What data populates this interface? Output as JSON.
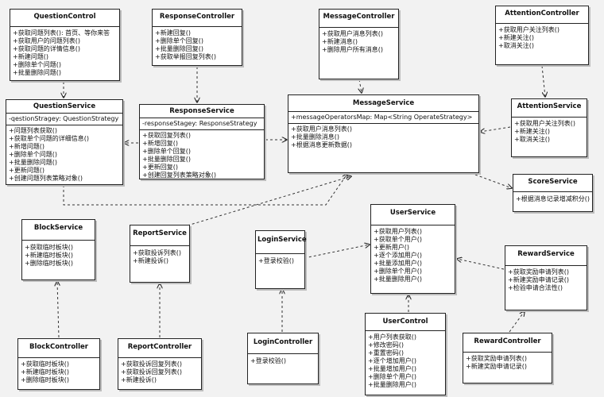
{
  "classes": {
    "question_control": {
      "name": "QuestionControl",
      "attrs": [],
      "ops": [
        "+获取问题列表(): 首页、等你来答",
        "+获取用户的问题列表()",
        "+获取问题的详情信息()",
        "+新建问题()",
        "+删除单个问题()",
        "+批量删除问题()"
      ]
    },
    "response_controller": {
      "name": "ResponseController",
      "attrs": [],
      "ops": [
        "+新建回复()",
        "+删除单个回复()",
        "+批量删除回复()",
        "+获取举报回复列表()"
      ]
    },
    "message_controller": {
      "name": "MessageController",
      "attrs": [],
      "ops": [
        "+获取用户消息列表()",
        "+新建消息()",
        "+删除用户所有消息()"
      ]
    },
    "attention_controller": {
      "name": "AttentionController",
      "attrs": [],
      "ops": [
        "+获取用户关注列表()",
        "+新建关注()",
        "+取消关注()"
      ]
    },
    "question_service": {
      "name": "QuestionService",
      "attrs": [
        "-qestionStragey: QuestionStrategy"
      ],
      "ops": [
        "+问题列表获取()",
        "+获取单个问题的详细信息()",
        "+新增问题()",
        "+删除单个问题()",
        "+批量删除问题()",
        "+更新问题()",
        "+创建问题列表策略对象()"
      ]
    },
    "response_service": {
      "name": "ResponseService",
      "attrs": [
        "-responseStagey: ResponseStrategy"
      ],
      "ops": [
        "+获取回复列表()",
        "+新增回复()",
        "+删除单个回复()",
        "+批量删除回复()",
        "+更新回复()",
        "+创建回复列表策略对象()"
      ]
    },
    "message_service": {
      "name": "MessageService",
      "attrs": [
        "+messageOperatorsMap: Map<String  OperateStrategy>"
      ],
      "ops": [
        "+获取用户消息列表()",
        "+批量删除消息()",
        "+根据消息更新数据()"
      ]
    },
    "attention_service": {
      "name": "AttentionService",
      "attrs": [],
      "ops": [
        "+获取用户关注列表()",
        "+新建关注()",
        "+取消关注()"
      ]
    },
    "score_service": {
      "name": "ScoreService",
      "attrs": [],
      "ops": [
        "+根据消息记录增减积分()"
      ]
    },
    "block_service": {
      "name": "BlockService",
      "attrs": [],
      "ops": [
        "+获取临时板块()",
        "+新建临时板块()",
        "+删除临时板块()"
      ]
    },
    "report_service": {
      "name": "ReportService",
      "attrs": [],
      "ops": [
        "+获取投诉列表()",
        "+新建投诉()"
      ]
    },
    "login_service": {
      "name": "LoginService",
      "attrs": [],
      "ops": [
        "+登录校验()"
      ]
    },
    "user_service": {
      "name": "UserService",
      "attrs": [],
      "ops": [
        "+获取用户列表()",
        "+获取单个用户()",
        "+更新用户()",
        "+逐个添加用户()",
        "+批量添加用户()",
        "+删除单个用户()",
        "+批量删除用户()"
      ]
    },
    "reward_service": {
      "name": "RewardService",
      "attrs": [],
      "ops": [
        "+获取奖励申请列表()",
        "+新建奖励申请记录()",
        "+检验申请合法性()"
      ]
    },
    "block_controller": {
      "name": "BlockController",
      "attrs": [],
      "ops": [
        "+获取临时板块()",
        "+新建临时板块()",
        "+删除临时板块()"
      ]
    },
    "report_controller": {
      "name": "ReportController",
      "attrs": [],
      "ops": [
        "+获取投诉回复列表()",
        "+获取投诉回复列表()",
        "+新建投诉()"
      ]
    },
    "login_controller": {
      "name": "LoginController",
      "attrs": [],
      "ops": [
        "+登录校验()"
      ]
    },
    "user_control": {
      "name": "UserControl",
      "attrs": [],
      "ops": [
        "+用户列表获取()",
        "+修改密码()",
        "+重置密码()",
        "+逐个增加用户()",
        "+批量增加用户()",
        "+删除单个用户()",
        "+批量删除用户()"
      ]
    },
    "reward_controller": {
      "name": "RewardController",
      "attrs": [],
      "ops": [
        "+获取奖励申请列表()",
        "+新建奖励申请记录()"
      ]
    }
  }
}
